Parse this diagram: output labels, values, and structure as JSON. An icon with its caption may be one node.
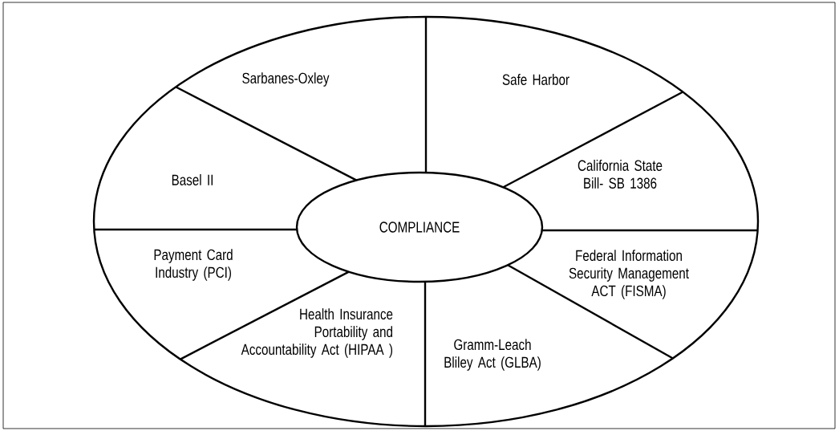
{
  "diagram": {
    "nodes": [
      {
        "text": [],
        "shape": "ellipse"
      },
      {
        "text": [
          "Sarbanes-Oxley"
        ],
        "in": 0
      },
      {
        "text": [
          "Safe Harbor"
        ],
        "in": 0
      },
      {
        "text": [
          "Basel II"
        ],
        "in": 0
      },
      {
        "text": [
          "California State Bill- SB 1386"
        ],
        "in": 0
      },
      {
        "text": [
          "COMPLIANCE"
        ],
        "in": 0
      },
      {
        "text": [
          "Payment Card Industry (PCI)"
        ],
        "in": 0
      },
      {
        "text": [
          "Federal Information Security Management ACT (FISMA)"
        ],
        "in": 0
      },
      {
        "text": [
          "Health Insurance Portability and Accountability Act (HIPAA )"
        ],
        "in": 0
      },
      {
        "text": [
          "Gramm-Leach Bliley Act (GLBA)"
        ],
        "in": 0
      }
    ]
  }
}
